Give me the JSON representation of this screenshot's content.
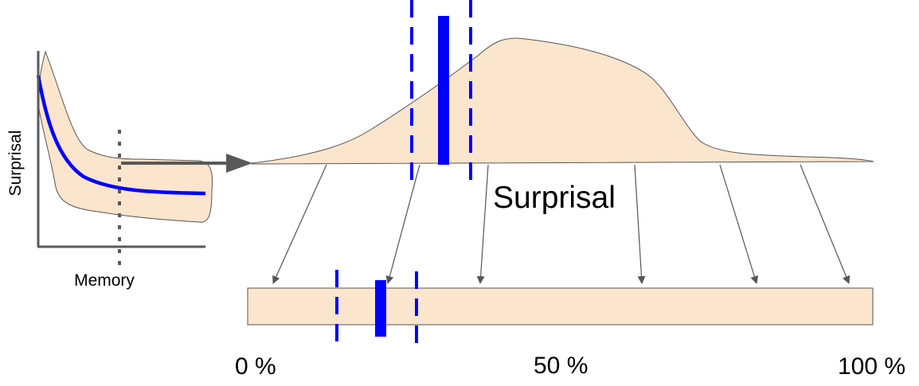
{
  "labels": {
    "y_axis": "Surprisal",
    "x_axis": "Memory",
    "big_axis": "Surprisal",
    "pct_start": "0 %",
    "pct_mid": "50 %",
    "pct_end": "100 %"
  },
  "colors": {
    "fill": "#fce5cd",
    "outline": "#555555",
    "marker": "#0000ff",
    "axis": "#595959"
  },
  "icons": [
    "arrow-right-icon",
    "arrow-down-icon"
  ]
}
